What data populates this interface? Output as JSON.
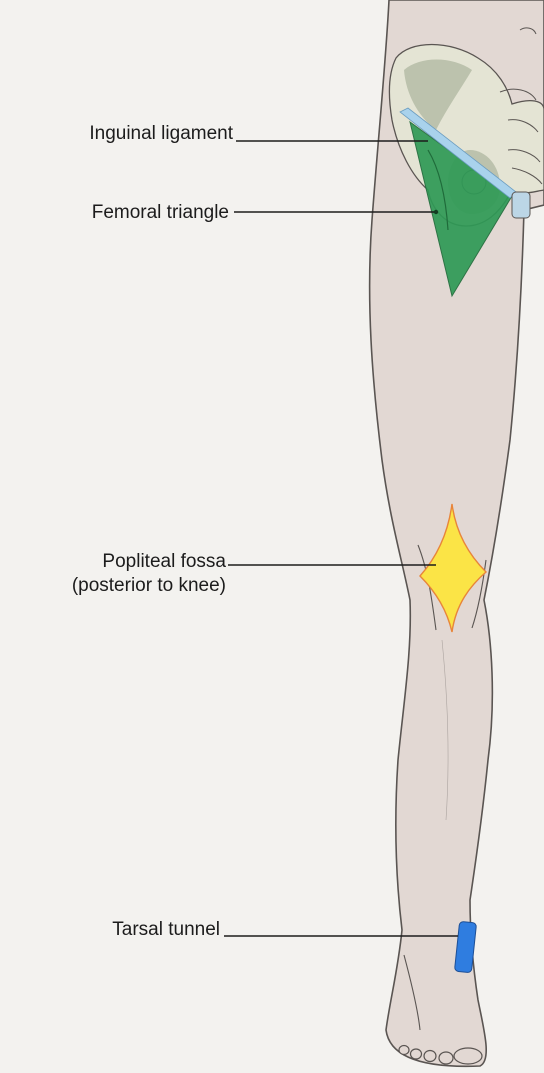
{
  "labels": {
    "inguinal_ligament": "Inguinal ligament",
    "femoral_triangle": "Femoral triangle",
    "popliteal_fossa": "Popliteal fossa",
    "popliteal_fossa_note": "(posterior to knee)",
    "tarsal_tunnel": "Tarsal tunnel"
  },
  "colors": {
    "background": "#f3f2ef",
    "skin": "#e2d8d3",
    "outline": "#5a5552",
    "bone": "#e4e4d4",
    "bone_shadow": "#9aa58c",
    "femoral_triangle": "#2f9a56",
    "inguinal_ligament": "#a9d2ec",
    "popliteal_fossa": "#fbe446",
    "popliteal_outline": "#e8853a",
    "tarsal_tunnel": "#2f7de0",
    "leader_line": "#1c1c1c"
  }
}
